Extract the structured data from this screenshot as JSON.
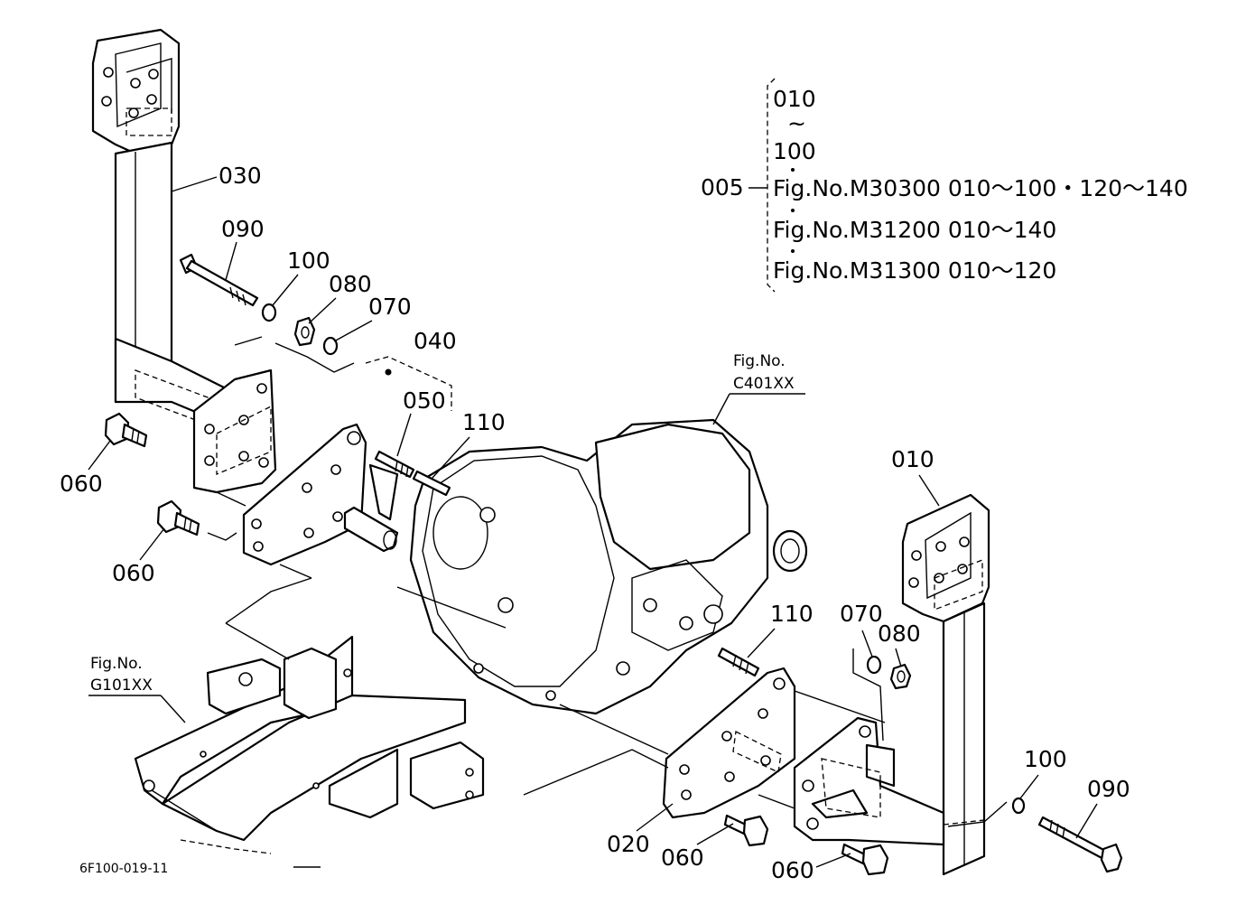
{
  "callouts": {
    "c030": "030",
    "c090_top": "090",
    "c100_top": "100",
    "c080_top": "080",
    "c070_top": "070",
    "c040": "040",
    "c050": "050",
    "c110_top": "110",
    "c060_a": "060",
    "c060_b": "060",
    "c010": "010",
    "c110_bottom": "110",
    "c070_bottom": "070",
    "c080_bottom": "080",
    "c100_bottom": "100",
    "c090_bottom": "090",
    "c020": "020",
    "c060_c": "060",
    "c060_d": "060",
    "c005": "005"
  },
  "kit_note": {
    "line1": "010",
    "tilde": "~",
    "line2": "100",
    "ref1": "Fig.No.M30300  010～100・120～140",
    "ref2": "Fig.No.M31200  010～140",
    "ref3": "Fig.No.M31300  010～120"
  },
  "fig_refs": {
    "transmission": {
      "line1": "Fig.No.",
      "line2": "C401XX"
    },
    "frame": {
      "line1": "Fig.No.",
      "line2": "G101XX"
    }
  },
  "diagram_id": "6F100-019-11"
}
